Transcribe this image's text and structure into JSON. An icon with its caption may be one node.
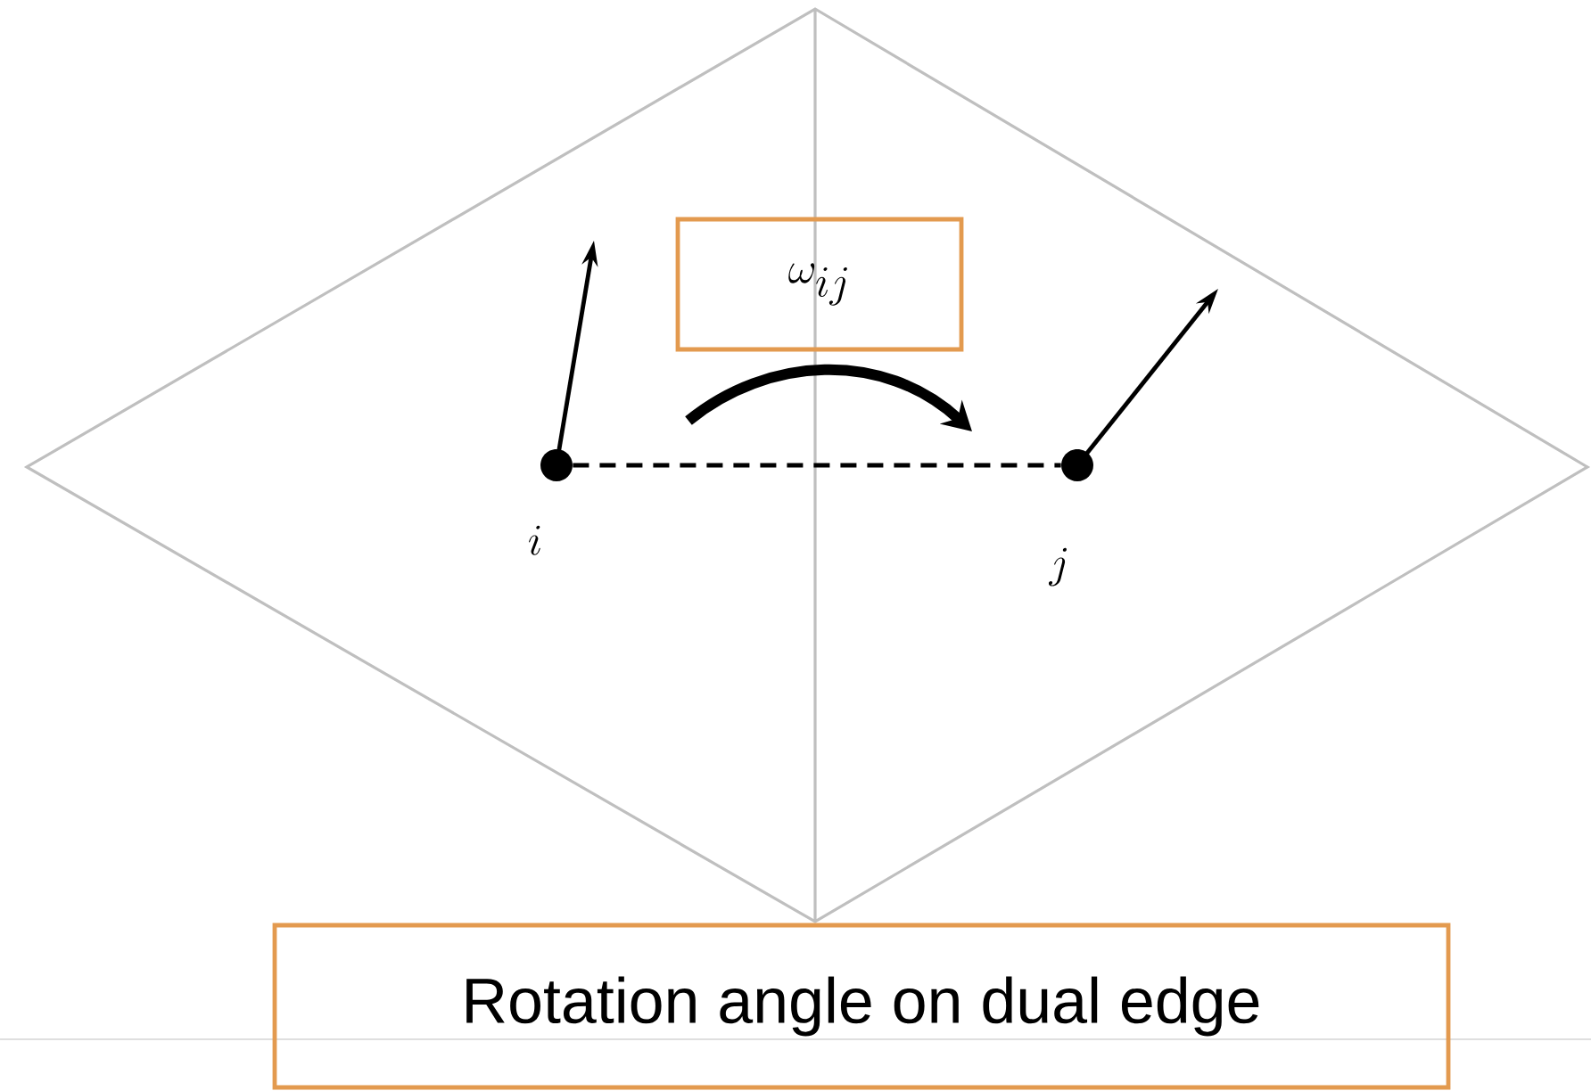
{
  "diagram": {
    "nodes": [
      {
        "text": [],
        "shape": "circle",
        "beside": [
          "i"
        ]
      },
      {
        "text": [],
        "shape": "circle",
        "beside": [
          "j"
        ]
      },
      {
        "text": [
          "\\omega_{ij}"
        ]
      },
      {
        "text": [
          "Rotation angle on dual edge"
        ]
      }
    ],
    "edges": [
      {
        "from": 0,
        "to": 1,
        "arrow": "none",
        "style": "dashed"
      }
    ]
  }
}
